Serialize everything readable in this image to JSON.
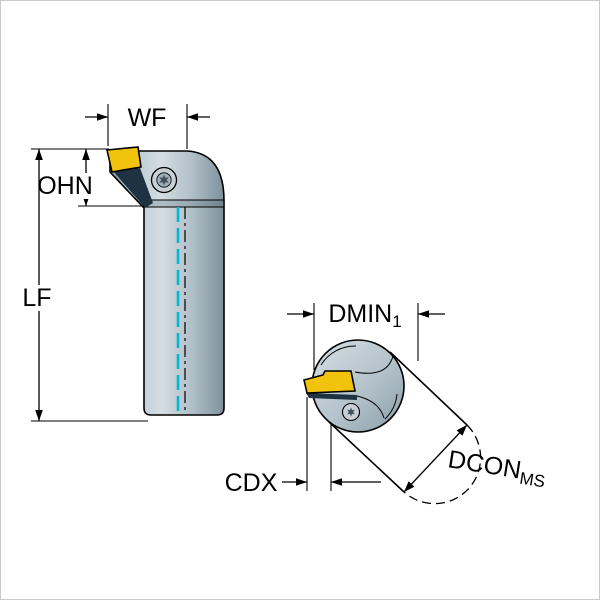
{
  "labels": {
    "wf": "WF",
    "ohn": "OHN",
    "lf": "LF",
    "dmin": "DMIN",
    "dmin_sub": "1",
    "cdx": "CDX",
    "dcon": "DCON",
    "dcon_sub": "MS"
  },
  "colors": {
    "insert": "#F2C30D",
    "centerline": "#00B6D4",
    "body_light": "#D2DCE1",
    "body_dark": "#8598A3",
    "pocket_dark": "#1E3242",
    "outline": "#000000",
    "background": "#FFFFFF"
  }
}
